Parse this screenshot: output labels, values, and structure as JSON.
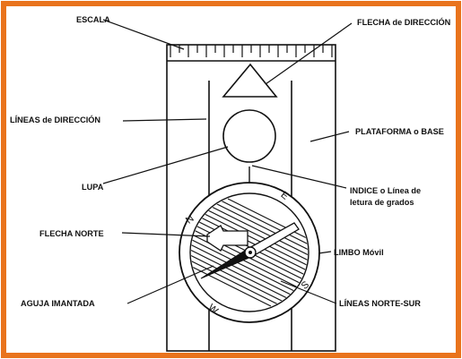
{
  "colors": {
    "border": "#e9731c",
    "ink": "#111111",
    "background": "#ffffff"
  },
  "labels": {
    "escala": "ESCALA",
    "flecha_direccion": "FLECHA de DIRECCIÓN",
    "lineas_direccion": "LÍNEAS de DIRECCIÓN",
    "plataforma": "PLATAFORMA o BASE",
    "lupa": "LUPA",
    "indice_line1": "INDICE o Línea de",
    "indice_line2": "letura de grados",
    "flecha_norte": "FLECHA NORTE",
    "limbo": "LIMBO Móvil",
    "aguja": "AGUJA IMANTADA",
    "lineas_ns": "LÍNEAS NORTE-SUR"
  },
  "dial_letters": {
    "n": "N",
    "e": "E",
    "s": "S",
    "w": "W"
  }
}
